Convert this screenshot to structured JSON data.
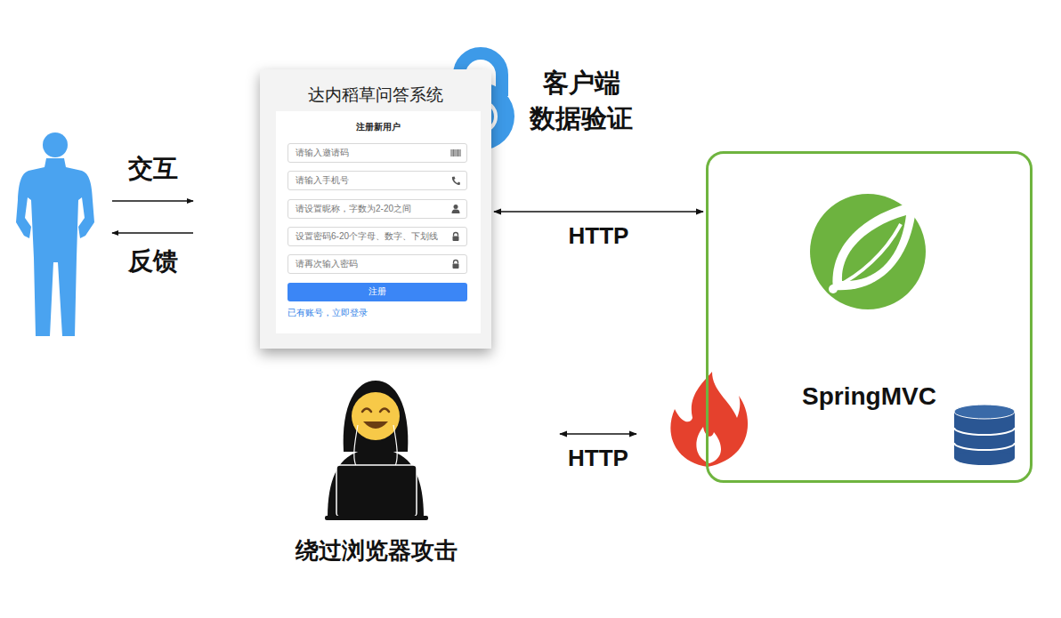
{
  "diagram": {
    "nodes": [
      {
        "text": [
          "达内稻草问答系统"
        ]
      },
      {
        "text": [
          "注册新用户",
          "已有账号，立即登录"
        ],
        "in": 0
      },
      {
        "text": [
          "请输入邀请码"
        ],
        "in": 1
      },
      {
        "text": [
          "请输入手机号"
        ],
        "in": 1
      },
      {
        "text": [
          "请设置昵称，字数为2-20之间"
        ],
        "in": 1
      },
      {
        "text": [
          "设置密码6-20个字母、数字、下划线"
        ],
        "in": 1
      },
      {
        "text": [
          "请再次输入密码"
        ],
        "in": 1
      },
      {
        "text": [
          "注册"
        ],
        "in": 1
      },
      {
        "text": [
          "SpringMVC"
        ]
      }
    ],
    "edges": [
      {
        "from": 0,
        "to": 8,
        "label": "HTTP",
        "arrow": "both"
      }
    ],
    "labels": [
      "交互",
      "反馈",
      "客户端 数据验证",
      "HTTP",
      "绕过浏览器攻击"
    ]
  }
}
